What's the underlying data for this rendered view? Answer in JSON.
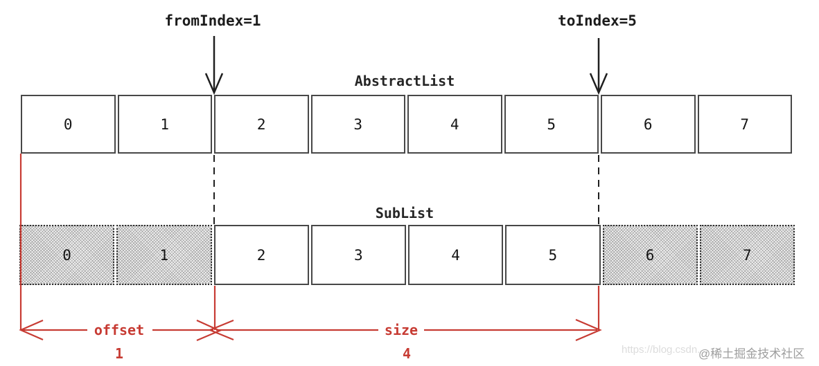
{
  "diagram": {
    "pointers": {
      "from_label": "fromIndex=1",
      "to_label": "toIndex=5"
    },
    "lists": {
      "abstract": {
        "title": "AbstractList",
        "cells": [
          "0",
          "1",
          "2",
          "3",
          "4",
          "5",
          "6",
          "7"
        ]
      },
      "sub": {
        "title": "SubList",
        "cells": [
          "0",
          "1",
          "2",
          "3",
          "4",
          "5",
          "6",
          "7"
        ]
      }
    },
    "annotations": {
      "offset": {
        "label": "offset",
        "value": "1"
      },
      "size": {
        "label": "size",
        "value": "4"
      }
    },
    "colors": {
      "annotation_red": "#c73b33",
      "cell_border": "#474747",
      "arrow_black": "#1f1f1f"
    }
  },
  "watermark": {
    "url": "https://blog.csdn.",
    "community": "@稀土掘金技术社区"
  }
}
